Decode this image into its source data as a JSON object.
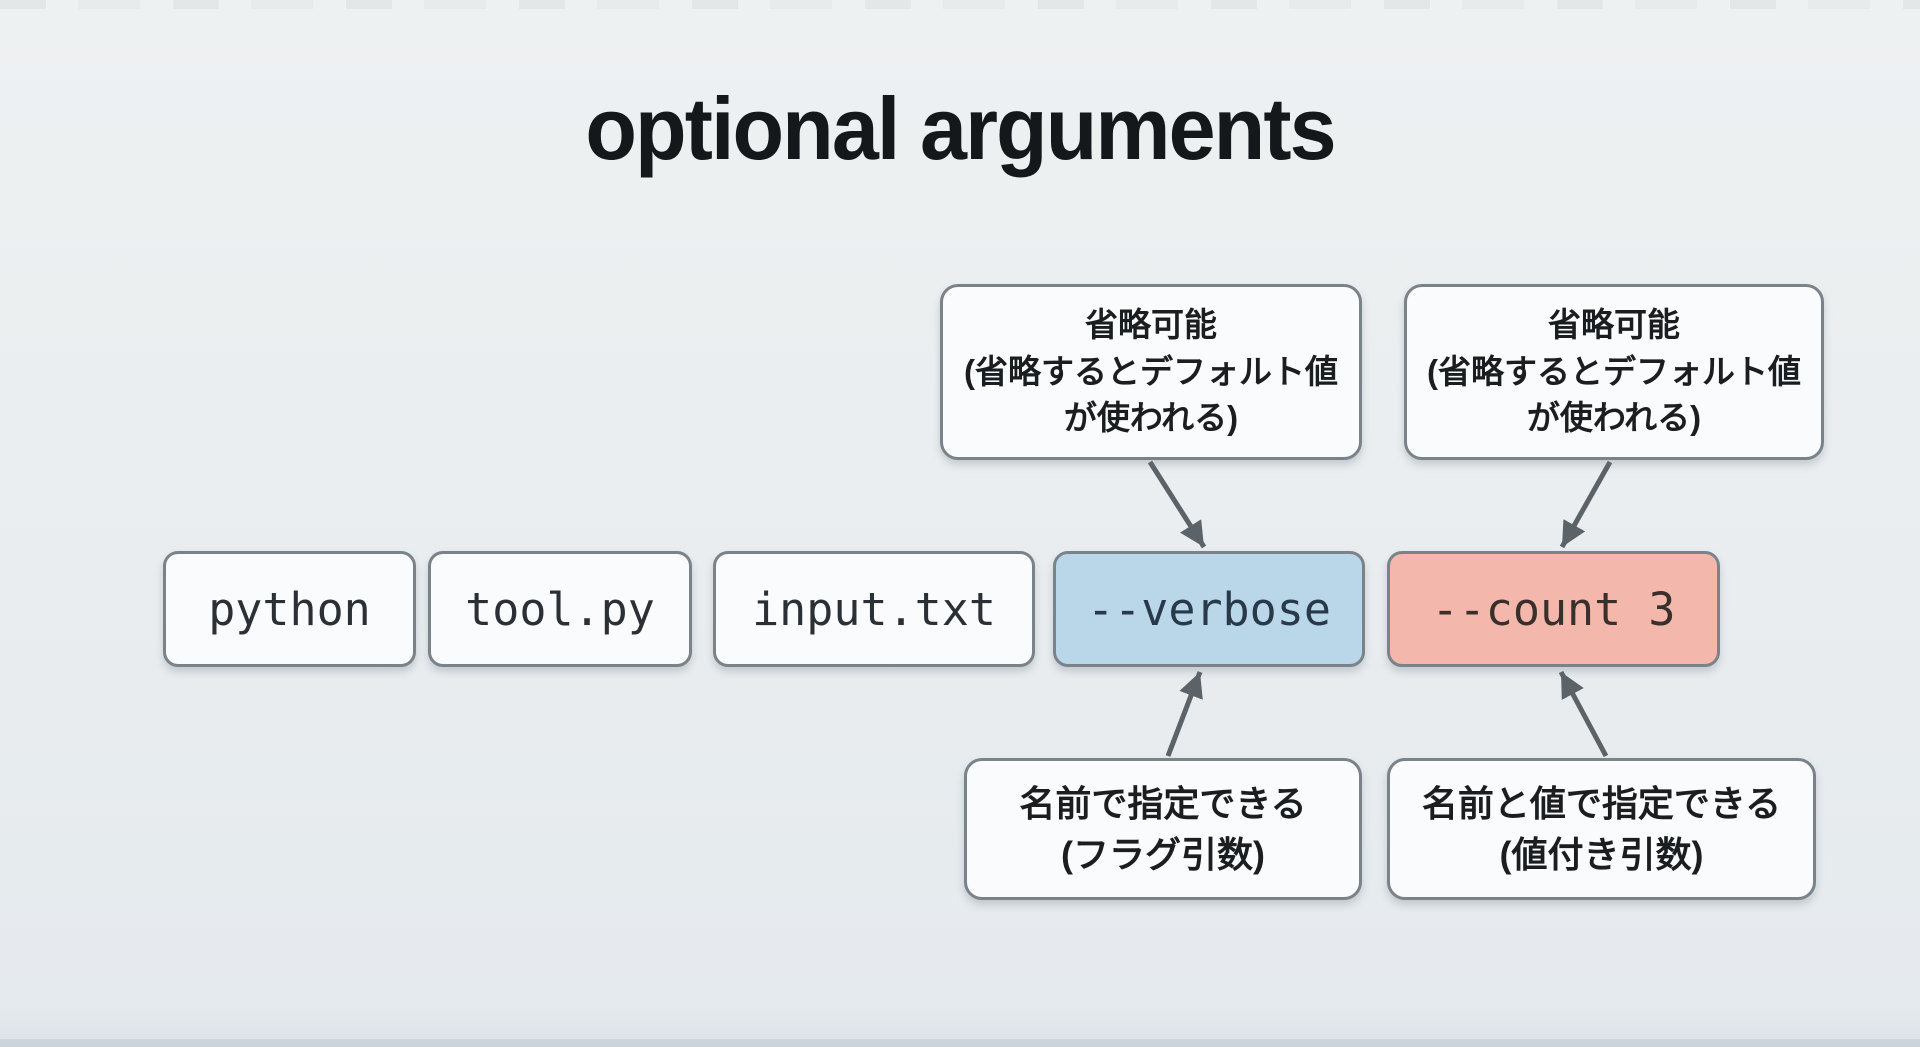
{
  "title": "optional arguments",
  "tokens": [
    {
      "label": "python",
      "type": "plain"
    },
    {
      "label": "tool.py",
      "type": "plain"
    },
    {
      "label": "input.txt",
      "type": "plain"
    },
    {
      "label": "--verbose",
      "type": "flag"
    },
    {
      "label": "--count 3",
      "type": "valued"
    }
  ],
  "callouts": {
    "top_left": {
      "line1": "省略可能",
      "line2": "(省略するとデフォルト値",
      "line3": "が使われる)"
    },
    "top_right": {
      "line1": "省略可能",
      "line2": "(省略するとデフォルト値",
      "line3": "が使われる)"
    },
    "bottom_left": {
      "line1": "名前で指定できる",
      "line2": "(フラグ引数)"
    },
    "bottom_right": {
      "line1": "名前と値で指定できる",
      "line2": "(値付き引数)"
    }
  },
  "colors": {
    "background": "#e9edef",
    "box_fill": "#fafbfc",
    "flag_fill": "#bad7e9",
    "valued_fill": "#f4b7ac",
    "border": "#7b838a",
    "arrow": "#5b6268",
    "title_text": "#15181b",
    "token_text": "#2b3036"
  }
}
